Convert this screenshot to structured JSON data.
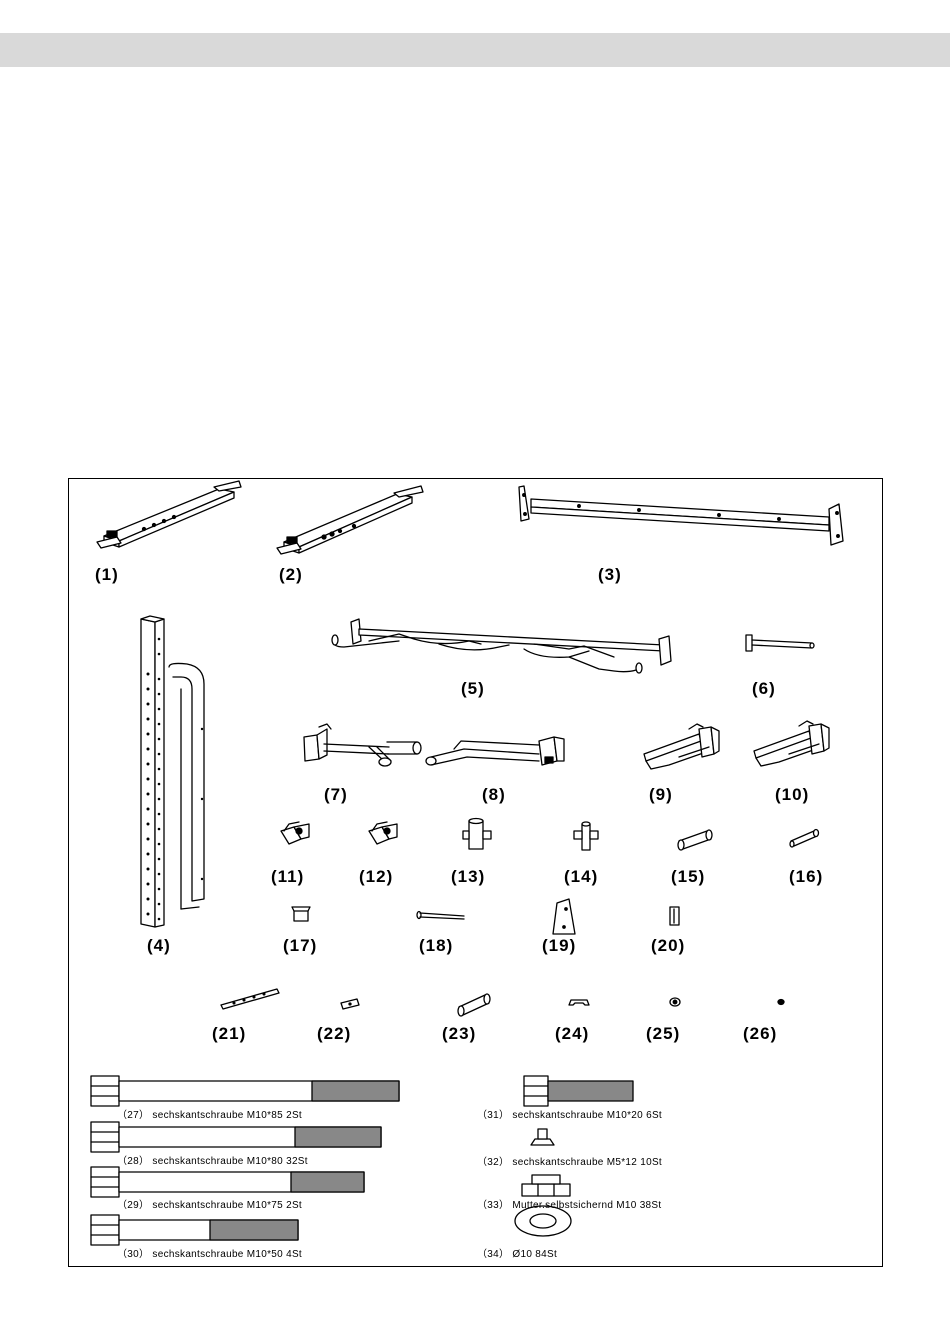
{
  "parts": [
    {
      "id": "p1",
      "label": "(1)",
      "icon": "base-foot-left-icon"
    },
    {
      "id": "p2",
      "label": "(2)",
      "icon": "base-foot-right-icon"
    },
    {
      "id": "p3",
      "label": "(3)",
      "icon": "crossbar-icon"
    },
    {
      "id": "p4",
      "label": "(4)",
      "icon": "upright-post-icon"
    },
    {
      "id": "p5",
      "label": "(5)",
      "icon": "pullup-bar-icon"
    },
    {
      "id": "p6",
      "label": "(6)",
      "icon": "peg-icon"
    },
    {
      "id": "p7",
      "label": "(7)",
      "icon": "dip-handle-left-icon"
    },
    {
      "id": "p8",
      "label": "(8)",
      "icon": "dip-handle-right-icon"
    },
    {
      "id": "p9",
      "label": "(9)",
      "icon": "j-hook-left-icon"
    },
    {
      "id": "p10",
      "label": "(10)",
      "icon": "j-hook-right-icon"
    },
    {
      "id": "p11",
      "label": "(11)",
      "icon": "clamp-left-icon"
    },
    {
      "id": "p12",
      "label": "(12)",
      "icon": "clamp-right-icon"
    },
    {
      "id": "p13",
      "label": "(13)",
      "icon": "tube-bracket-icon"
    },
    {
      "id": "p14",
      "label": "(14)",
      "icon": "tube-bracket-small-icon"
    },
    {
      "id": "p15",
      "label": "(15)",
      "icon": "sleeve-icon"
    },
    {
      "id": "p16",
      "label": "(16)",
      "icon": "pin-icon"
    },
    {
      "id": "p17",
      "label": "(17)",
      "icon": "small-bracket-icon"
    },
    {
      "id": "p18",
      "label": "(18)",
      "icon": "rod-icon"
    },
    {
      "id": "p19",
      "label": "(19)",
      "icon": "gusset-plate-icon"
    },
    {
      "id": "p20",
      "label": "(20)",
      "icon": "small-plate-icon"
    },
    {
      "id": "p21",
      "label": "(21)",
      "icon": "strip-icon"
    },
    {
      "id": "p22",
      "label": "(22)",
      "icon": "tab-icon"
    },
    {
      "id": "p23",
      "label": "(23)",
      "icon": "spacer-tube-icon"
    },
    {
      "id": "p24",
      "label": "(24)",
      "icon": "clip-icon"
    },
    {
      "id": "p25",
      "label": "(25)",
      "icon": "nut-icon"
    },
    {
      "id": "p26",
      "label": "(26)",
      "icon": "cap-icon"
    }
  ],
  "hardware": [
    {
      "id": "h27",
      "label": "（27） sechskantschraube M10*85 2St"
    },
    {
      "id": "h28",
      "label": "（28） sechskantschraube M10*80 32St"
    },
    {
      "id": "h29",
      "label": "（29） sechskantschraube M10*75 2St"
    },
    {
      "id": "h30",
      "label": "（30） sechskantschraube M10*50 4St"
    },
    {
      "id": "h31",
      "label": "（31） sechskantschraube M10*20 6St"
    },
    {
      "id": "h32",
      "label": "（32） sechskantschraube M5*12 10St"
    },
    {
      "id": "h33",
      "label": "（33） Mutter.selbstsichernd M10 38St"
    },
    {
      "id": "h34",
      "label": "（34）    Ø10 84St"
    }
  ]
}
